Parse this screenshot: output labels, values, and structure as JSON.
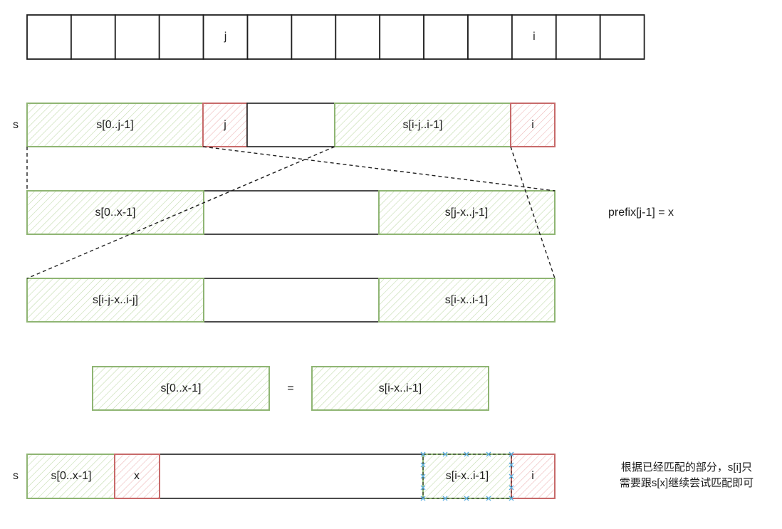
{
  "colors": {
    "stroke_black": "#1e1e1e",
    "green_stroke": "#8fb573",
    "green_hatch": "#b2d39a",
    "red_stroke": "#c76a6a",
    "red_hatch": "#eab0b0",
    "dashed": "#1e1e1e",
    "cross_marker": "#5aaee0"
  },
  "array_row": {
    "cell_count": 14,
    "cells": [
      "",
      "",
      "",
      "",
      "j",
      "",
      "",
      "",
      "",
      "",
      "",
      "i",
      "",
      ""
    ]
  },
  "row1": {
    "side_label": "s",
    "segments": [
      {
        "label": "s[0..j-1]",
        "style": "green"
      },
      {
        "label": "j",
        "style": "red"
      },
      {
        "label": "",
        "style": "plain"
      },
      {
        "label": "s[i-j..i-1]",
        "style": "green"
      },
      {
        "label": "i",
        "style": "red"
      }
    ]
  },
  "row2": {
    "segments": [
      {
        "label": "s[0..x-1]",
        "style": "green"
      },
      {
        "label": "",
        "style": "plain"
      },
      {
        "label": "s[j-x..j-1]",
        "style": "green"
      }
    ],
    "annotation": "prefix[j-1] = x"
  },
  "row3": {
    "segments": [
      {
        "label": "s[i-j-x..i-j]",
        "style": "green"
      },
      {
        "label": "",
        "style": "plain"
      },
      {
        "label": "s[i-x..i-1]",
        "style": "green"
      }
    ]
  },
  "equation": {
    "left": "s[0..x-1]",
    "operator": "=",
    "right": "s[i-x..i-1]"
  },
  "row5": {
    "side_label": "s",
    "segments": [
      {
        "label": "s[0..x-1]",
        "style": "green"
      },
      {
        "label": "x",
        "style": "red"
      },
      {
        "label": "",
        "style": "plain"
      },
      {
        "label": "s[i-x..i-1]",
        "style": "green-selected"
      },
      {
        "label": "i",
        "style": "red"
      }
    ],
    "note_line1": "根据已经匹配的部分，s[i]只",
    "note_line2": "需要跟s[x]继续尝试匹配即可"
  }
}
